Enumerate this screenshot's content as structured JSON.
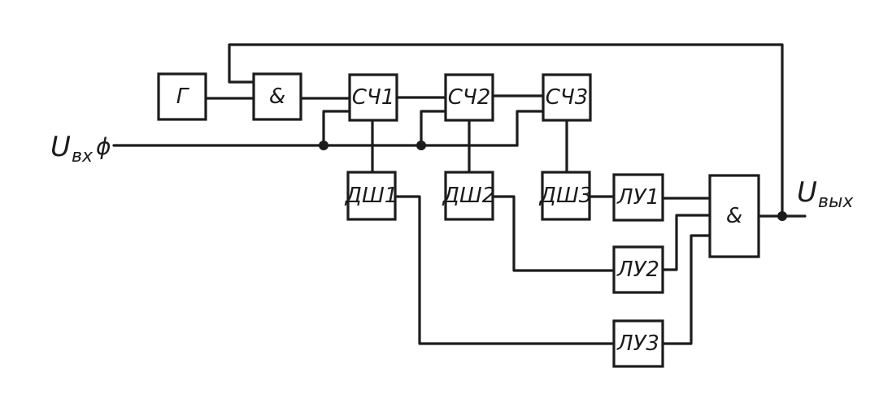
{
  "terminals": {
    "input": {
      "main": "U",
      "sub": "вх",
      "marker": "ϕ"
    },
    "output": {
      "main": "U",
      "sub": "вых"
    }
  },
  "blocks": {
    "gen": "Г",
    "and_top": "&",
    "ct1": "СЧ1",
    "ct2": "СЧ2",
    "ct3": "СЧ3",
    "dec1": "ДШ1",
    "dec2": "ДШ2",
    "dec3": "ДШ3",
    "lu1": "ЛУ1",
    "lu2": "ЛУ2",
    "lu3": "ЛУ3",
    "and_out": "&"
  }
}
